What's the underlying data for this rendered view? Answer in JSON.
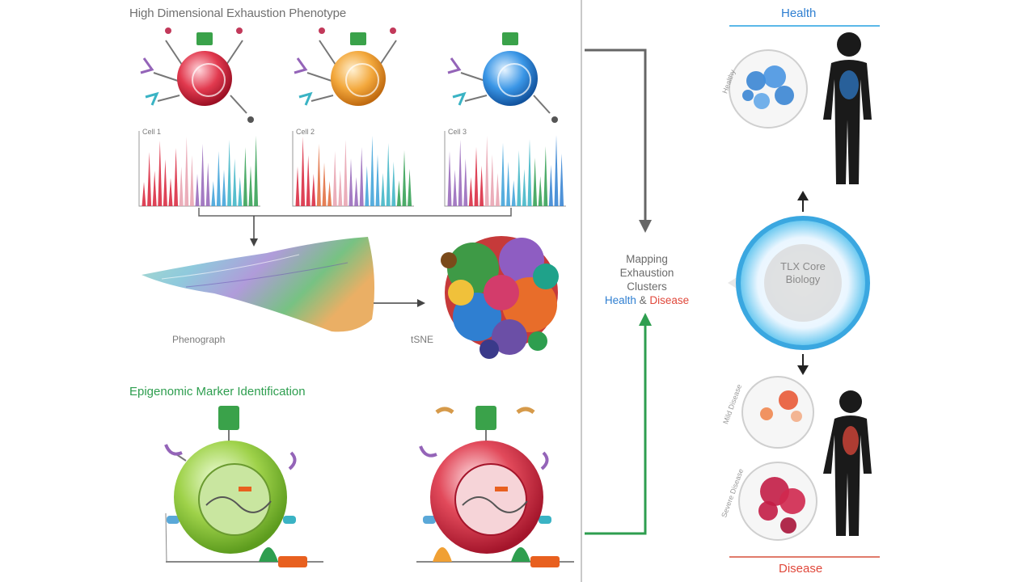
{
  "left_panel": {
    "top_title": "High Dimensional Exhaustion Phenotype",
    "cells": [
      {
        "label": "Cell 1",
        "color": "#d8223a"
      },
      {
        "label": "Cell 2",
        "color": "#f0a034"
      },
      {
        "label": "Cell 3",
        "color": "#2e8ee0"
      }
    ],
    "phenograph_label": "Phenograph",
    "tsne_label": "tSNE",
    "epigenomic_title": "Epigenomic Marker Identification"
  },
  "center": {
    "line1": "Mapping",
    "line2": "Exhaustion",
    "line3": "Clusters",
    "health_word": "Health",
    "amp": " & ",
    "disease_word": "Disease"
  },
  "right_panel": {
    "health_header": "Health",
    "disease_header": "Disease",
    "tlx_line1": "TLX Core",
    "tlx_line2": "Biology",
    "healthy_tag": "Healthy",
    "mild_tag": "Mild Disease",
    "severe_tag": "Severe Disease",
    "colors": {
      "health": "#2f7fd1",
      "disease": "#e0483b",
      "green_arrow": "#2e9e4f"
    }
  }
}
